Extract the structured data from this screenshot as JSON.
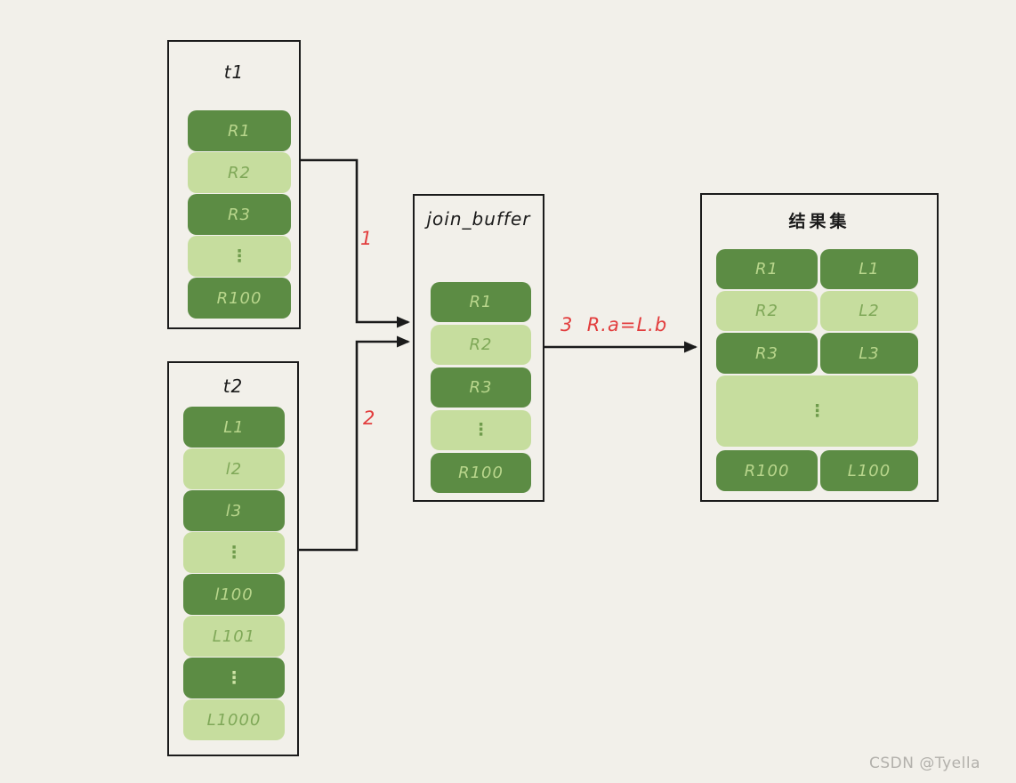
{
  "colors": {
    "background": "#f2f0ea",
    "box_border": "#1b1b1b",
    "block_dark_green": "#5c8c44",
    "block_light_green": "#c6dd9e",
    "text_on_dark": "#b9d68c",
    "text_on_light": "#7fa858",
    "step_red": "#e23d3d",
    "watermark_gray": "#b2b0ab"
  },
  "tables": {
    "t1": {
      "title": "t1",
      "rows": [
        {
          "label": "R1"
        },
        {
          "label": "R2"
        },
        {
          "label": "R3"
        },
        {
          "label": "⋮"
        },
        {
          "label": "R100"
        }
      ]
    },
    "t2": {
      "title": "t2",
      "rows": [
        {
          "label": "L1"
        },
        {
          "label": "l2"
        },
        {
          "label": "l3"
        },
        {
          "label": "⋮"
        },
        {
          "label": "l100"
        },
        {
          "label": "L101"
        },
        {
          "label": "⋮"
        },
        {
          "label": "L1000"
        }
      ]
    },
    "join_buffer": {
      "title": "join_buffer",
      "rows": [
        {
          "label": "R1"
        },
        {
          "label": "R2"
        },
        {
          "label": "R3"
        },
        {
          "label": "⋮"
        },
        {
          "label": "R100"
        }
      ]
    },
    "result": {
      "title": "结果集",
      "rows": [
        {
          "left": "R1",
          "right": "L1"
        },
        {
          "left": "R2",
          "right": "L2"
        },
        {
          "left": "R3",
          "right": "L3"
        },
        {
          "dots": "⋮"
        },
        {
          "left": "R100",
          "right": "L100"
        }
      ]
    }
  },
  "arrows": {
    "step1": "1",
    "step2": "2",
    "step3": "3  R.a=L.b"
  },
  "watermark": "CSDN @Tyella"
}
